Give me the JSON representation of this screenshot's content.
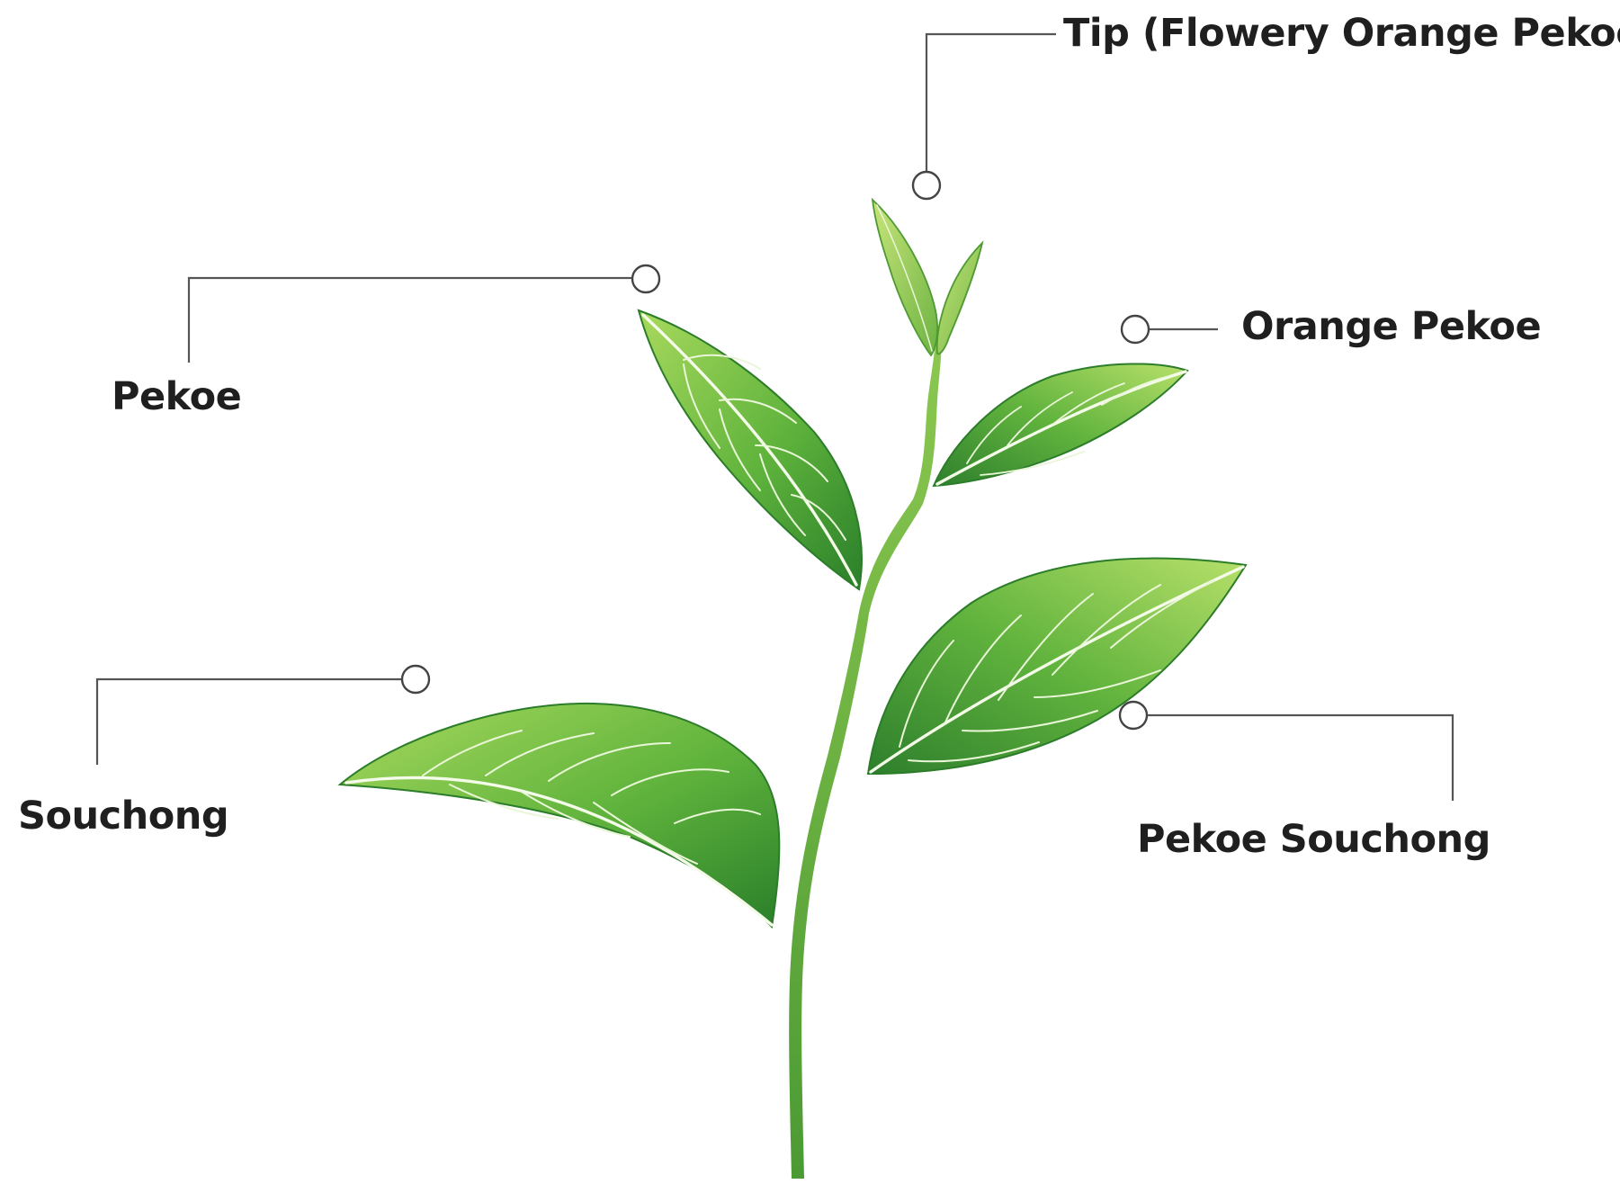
{
  "diagram": {
    "labels": {
      "tip": "Tip (Flowery Orange Pekoe)",
      "orange_pekoe": "Orange Pekoe",
      "pekoe": "Pekoe",
      "pekoe_souchong": "Pekoe Souchong",
      "souchong": "Souchong"
    },
    "colors": {
      "background": "#ffffff",
      "text": "#1f1f1f",
      "leader_line": "#555555",
      "leaf_dark": "#2f8a2e",
      "leaf_light": "#9fd45a",
      "stem": "#5aa83a",
      "vein": "#eaf6d8"
    }
  }
}
